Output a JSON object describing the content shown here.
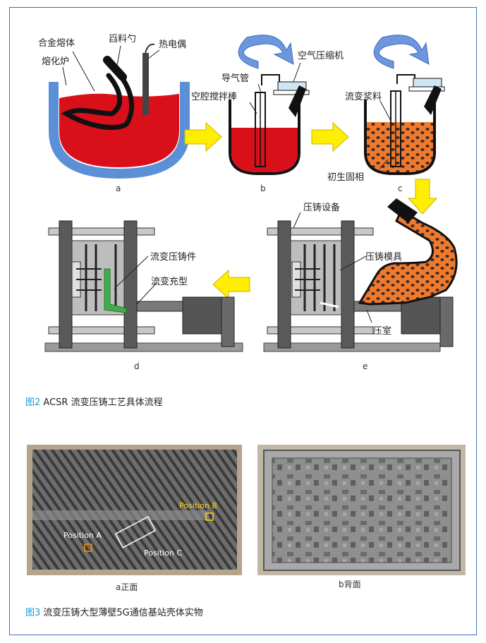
{
  "figure2": {
    "caption_num": "图2",
    "caption_text": " ACSR 流变压铸工艺具体流程",
    "labels": {
      "alloy_melt": "合金熔体",
      "ladle": "舀料勺",
      "thermocouple": "热电偶",
      "furnace": "熔化炉",
      "air_compressor": "空气压缩机",
      "guide_tube": "导气管",
      "stir_rod": "空腔搅拌棒",
      "slurry": "流变浆料",
      "primary_solid": "初生固相",
      "die_casting_equipment": "压铸设备",
      "casting_part": "流变压铸件",
      "die_mold": "压铸模具",
      "rheo_filling": "流变充型",
      "chamber": "压室"
    },
    "panels": {
      "a": "a",
      "b": "b",
      "c": "c",
      "d": "d",
      "e": "e"
    }
  },
  "figure3": {
    "caption_num": "图3",
    "caption_text": " 流变压铸大型薄壁5G通信基站壳体实物",
    "front_label": "a正面",
    "back_label": "b背面",
    "positions": {
      "a": "Position A",
      "b": "Position B",
      "c": "Position C"
    }
  },
  "colors": {
    "melt": "#d9101a",
    "furnace": "#5b8fd6",
    "slurry": "#f07a2b",
    "arrow": "#ffee00",
    "casting": "#3fae49",
    "caption_num": "#1a9bd7",
    "border": "#3a6fb8"
  }
}
